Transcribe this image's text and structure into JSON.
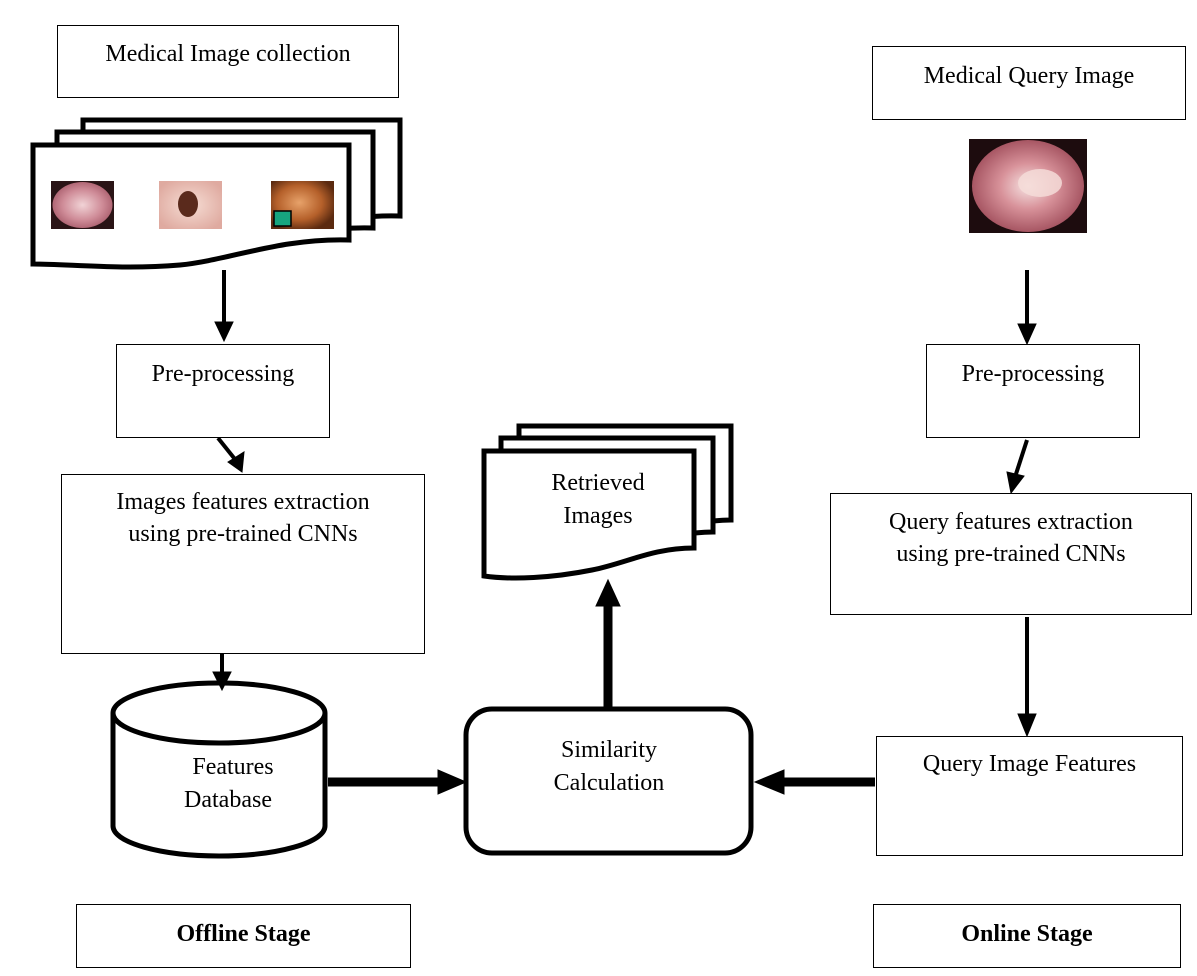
{
  "offline": {
    "collection_label": "Medical Image collection",
    "preprocess_label": "Pre-processing",
    "extraction_line1": "Images features extraction",
    "extraction_line2": "using pre-trained CNNs",
    "db_line1": "Features",
    "db_line2": "Database",
    "stage_label": "Offline Stage"
  },
  "online": {
    "query_image_label": "Medical Query Image",
    "preprocess_label": "Pre-processing",
    "extraction_line1": "Query features extraction",
    "extraction_line2": "using pre-trained CNNs",
    "features_label": "Query Image Features",
    "stage_label": "Online Stage"
  },
  "center": {
    "retrieved_line1": "Retrieved",
    "retrieved_line2": "Images",
    "similarity_line1": "Similarity",
    "similarity_line2": "Calculation"
  },
  "colors": {
    "stroke": "#000000",
    "tissue_pink": "#c9838f",
    "tissue_light": "#e8b9b3",
    "lesion_dark": "#5a2a1c",
    "colon_orange": "#b5602a",
    "marker_green": "#17a57f"
  }
}
